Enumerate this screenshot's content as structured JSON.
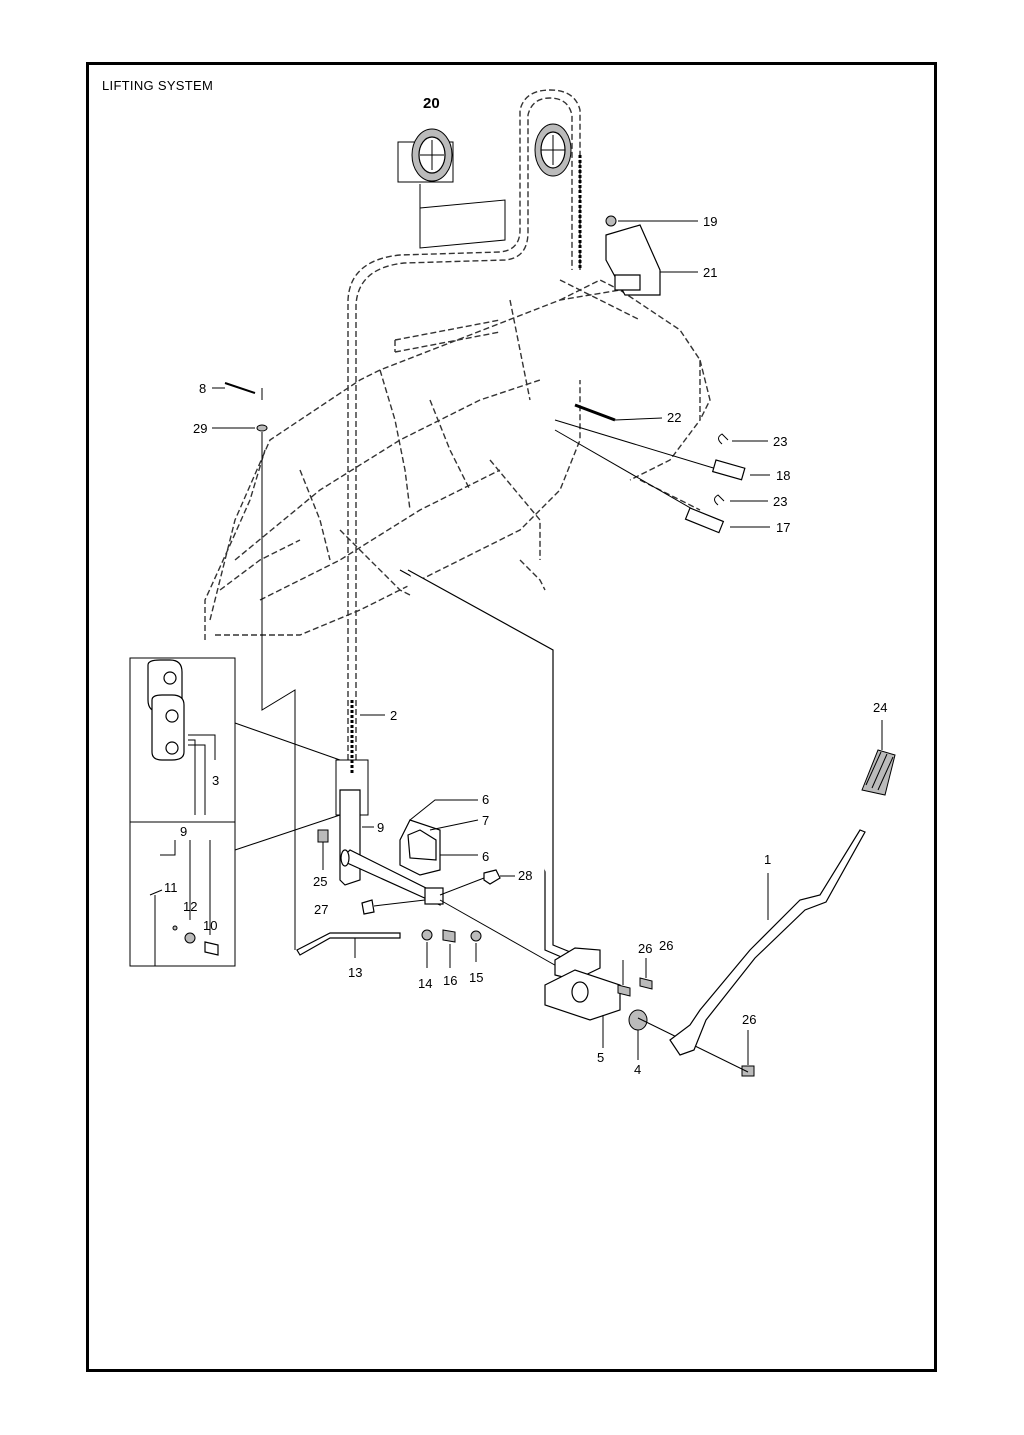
{
  "page": {
    "title": "LIFTING SYSTEM"
  },
  "callouts": {
    "c1": "1",
    "c2": "2",
    "c3": "3",
    "c4": "4",
    "c5": "5",
    "c6a": "6",
    "c6b": "6",
    "c7": "7",
    "c8": "8",
    "c9a": "9",
    "c9b": "9",
    "c10": "10",
    "c11": "11",
    "c12": "12",
    "c13": "13",
    "c14": "14",
    "c15": "15",
    "c16": "16",
    "c17": "17",
    "c18": "18",
    "c19": "19",
    "c20": "20",
    "c21": "21",
    "c22": "22",
    "c23a": "23",
    "c23b": "23",
    "c24": "24",
    "c25": "25",
    "c26a": "26",
    "c26b": "26",
    "c26c": "26",
    "c27": "27",
    "c28": "28",
    "c29": "29"
  }
}
